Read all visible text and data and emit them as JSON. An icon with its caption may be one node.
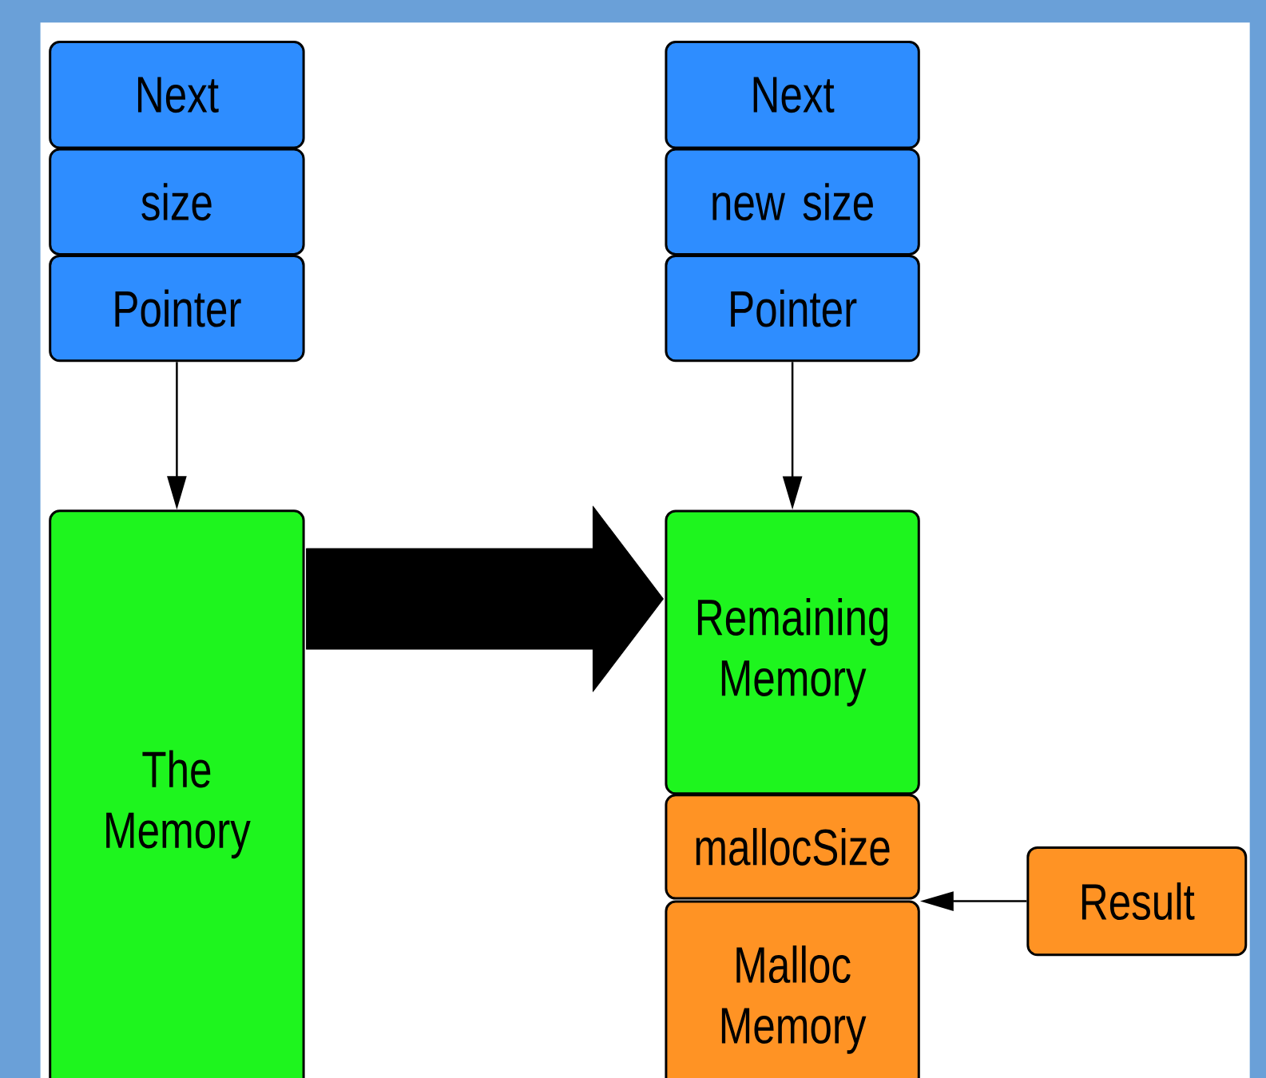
{
  "diagram": {
    "nodes": [
      {
        "text": [
          "Next"
        ]
      },
      {
        "text": [
          "size"
        ]
      },
      {
        "text": [
          "Pointer"
        ]
      },
      {
        "text": [
          "The Memory"
        ]
      },
      {
        "text": [
          "Next"
        ]
      },
      {
        "text": [
          "new size"
        ]
      },
      {
        "text": [
          "Pointer"
        ]
      },
      {
        "text": [
          "Remaining Memory"
        ]
      },
      {
        "text": [
          "mallocSize"
        ]
      },
      {
        "text": [
          "Malloc Memory"
        ]
      },
      {
        "text": [
          "Result"
        ]
      }
    ],
    "edges": [
      {
        "from": 2,
        "to": 3,
        "arrow": "to"
      },
      {
        "from": 6,
        "to": 7,
        "arrow": "to"
      },
      {
        "from": 10,
        "to": 8,
        "arrow": "to"
      },
      {
        "from": 3,
        "to": 7,
        "arrow": "to",
        "style": "thick"
      }
    ]
  }
}
